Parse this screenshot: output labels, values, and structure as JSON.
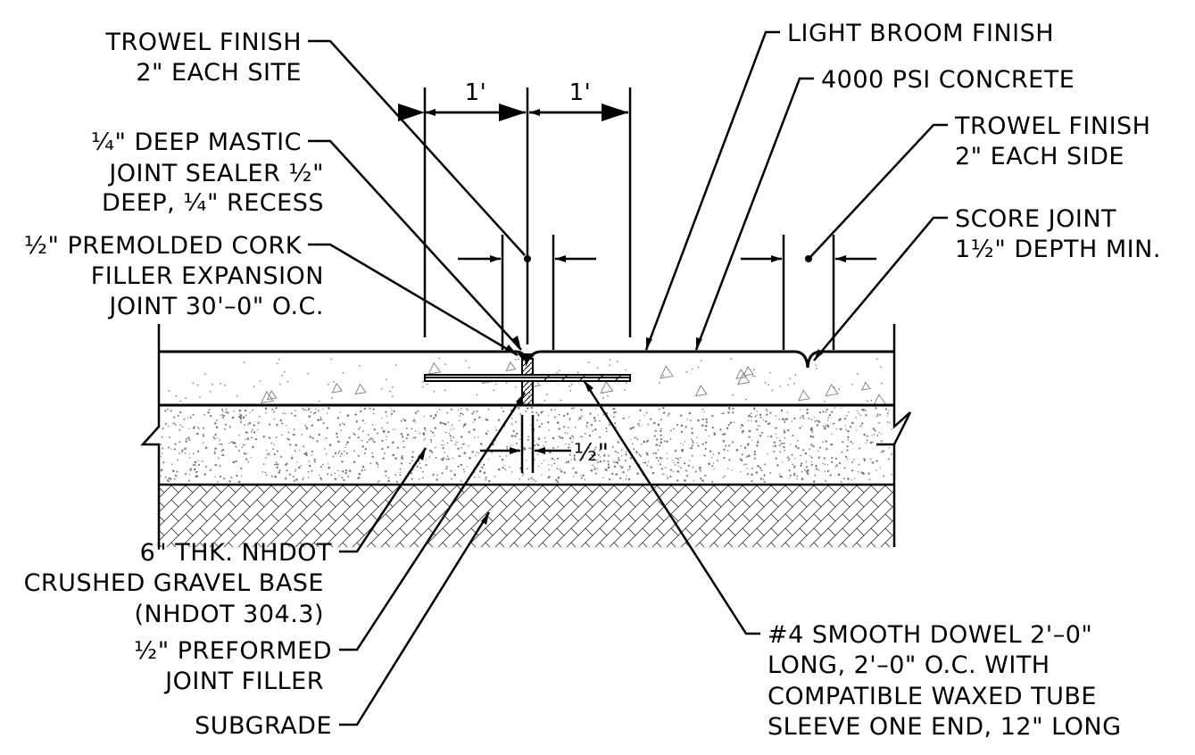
{
  "labels": {
    "trowel_left": [
      "TROWEL FINISH",
      "2\" EACH SITE"
    ],
    "mastic": [
      "¼\" DEEP MASTIC",
      "JOINT SEALER ½\"",
      "DEEP, ¼\" RECESS"
    ],
    "cork": [
      "½\" PREMOLDED CORK",
      "FILLER EXPANSION",
      "JOINT 30'–0\" O.C."
    ],
    "gravel": [
      "6\" THK. NHDOT",
      "CRUSHED GRAVEL BASE",
      "(NHDOT 304.3)"
    ],
    "preformed": [
      "½\" PREFORMED",
      "JOINT FILLER"
    ],
    "subgrade": [
      "SUBGRADE"
    ],
    "broom": [
      "LIGHT BROOM FINISH"
    ],
    "concrete": [
      "4000 PSI CONCRETE"
    ],
    "trowel_right": [
      "TROWEL FINISH",
      "2\" EACH SIDE"
    ],
    "score": [
      "SCORE JOINT",
      "1½\" DEPTH MIN."
    ],
    "dowel": [
      "#4 SMOOTH DOWEL 2'–0\"",
      "LONG, 2'–0\" O.C. WITH",
      "COMPATIBLE WAXED TUBE",
      "SLEEVE ONE END, 12\" LONG"
    ]
  },
  "dimensions": {
    "left_dim": "1'",
    "right_dim": "1'",
    "joint_width": "½\""
  }
}
